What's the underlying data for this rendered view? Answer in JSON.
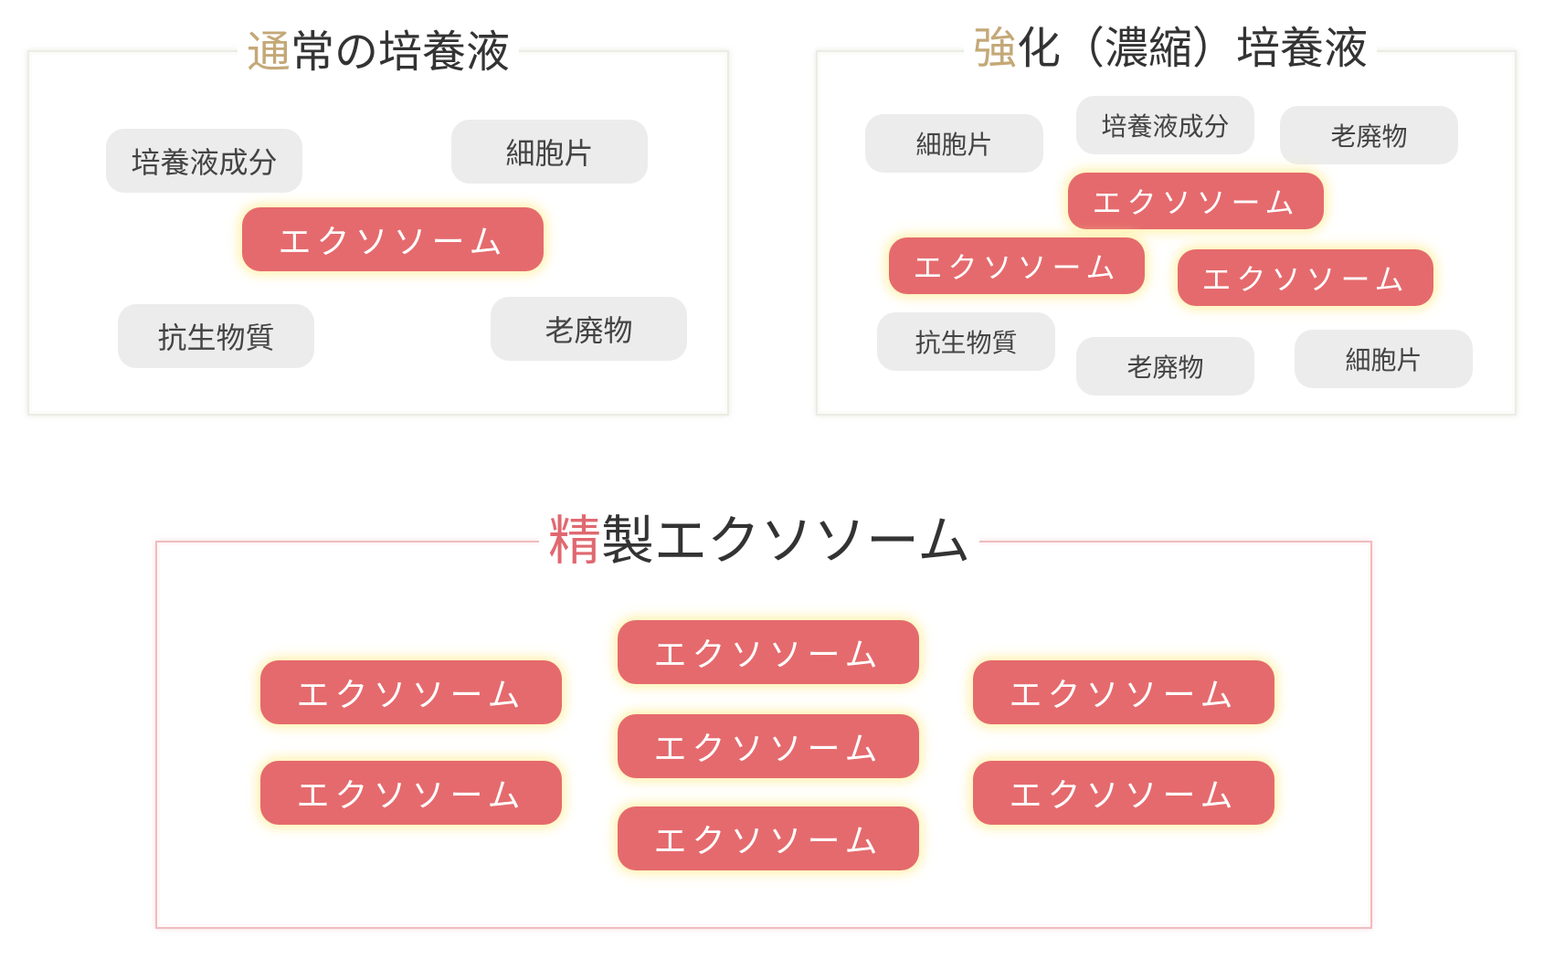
{
  "panel_normal": {
    "title_first": "通",
    "title_rest": "常の培養液",
    "items": [
      "培養液成分",
      "細胞片",
      "エクソソーム",
      "抗生物質",
      "老廃物"
    ]
  },
  "panel_enhanced": {
    "title_first": "強",
    "title_rest": "化（濃縮）培養液",
    "items": [
      "細胞片",
      "培養液成分",
      "老廃物",
      "エクソソーム",
      "エクソソーム",
      "エクソソーム",
      "抗生物質",
      "老廃物",
      "細胞片"
    ]
  },
  "panel_purified": {
    "title_first": "精",
    "title_rest": "製エクソソーム",
    "items": [
      "エクソソーム",
      "エクソソーム",
      "エクソソーム",
      "エクソソーム",
      "エクソソーム",
      "エクソソーム",
      "エクソソーム"
    ]
  },
  "colors": {
    "exosome_fill": "#e56a6d",
    "component_fill": "#ececec",
    "title_accent_gold": "#c4a877",
    "title_accent_red": "#e06870"
  }
}
